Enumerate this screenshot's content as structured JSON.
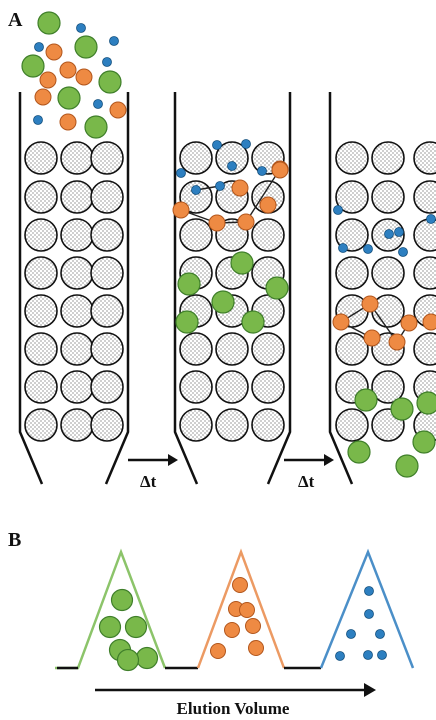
{
  "panel_a": {
    "label": "A",
    "step_label": "Δt"
  },
  "panel_b": {
    "label": "B",
    "axis_label": "Elution Volume"
  },
  "colors": {
    "large_particle": "#79b84a",
    "large_stroke": "#3f7f2a",
    "medium_particle": "#ee8a43",
    "medium_stroke": "#b2561c",
    "small_particle": "#2d7fc0",
    "small_stroke": "#13507f",
    "bead_fill": "#ffffff",
    "bead_dots": "#6b6b6b",
    "column": "#111111",
    "peak_large": "#8cc46a",
    "peak_medium": "#ec9a63",
    "peak_small": "#4b8fc8"
  }
}
